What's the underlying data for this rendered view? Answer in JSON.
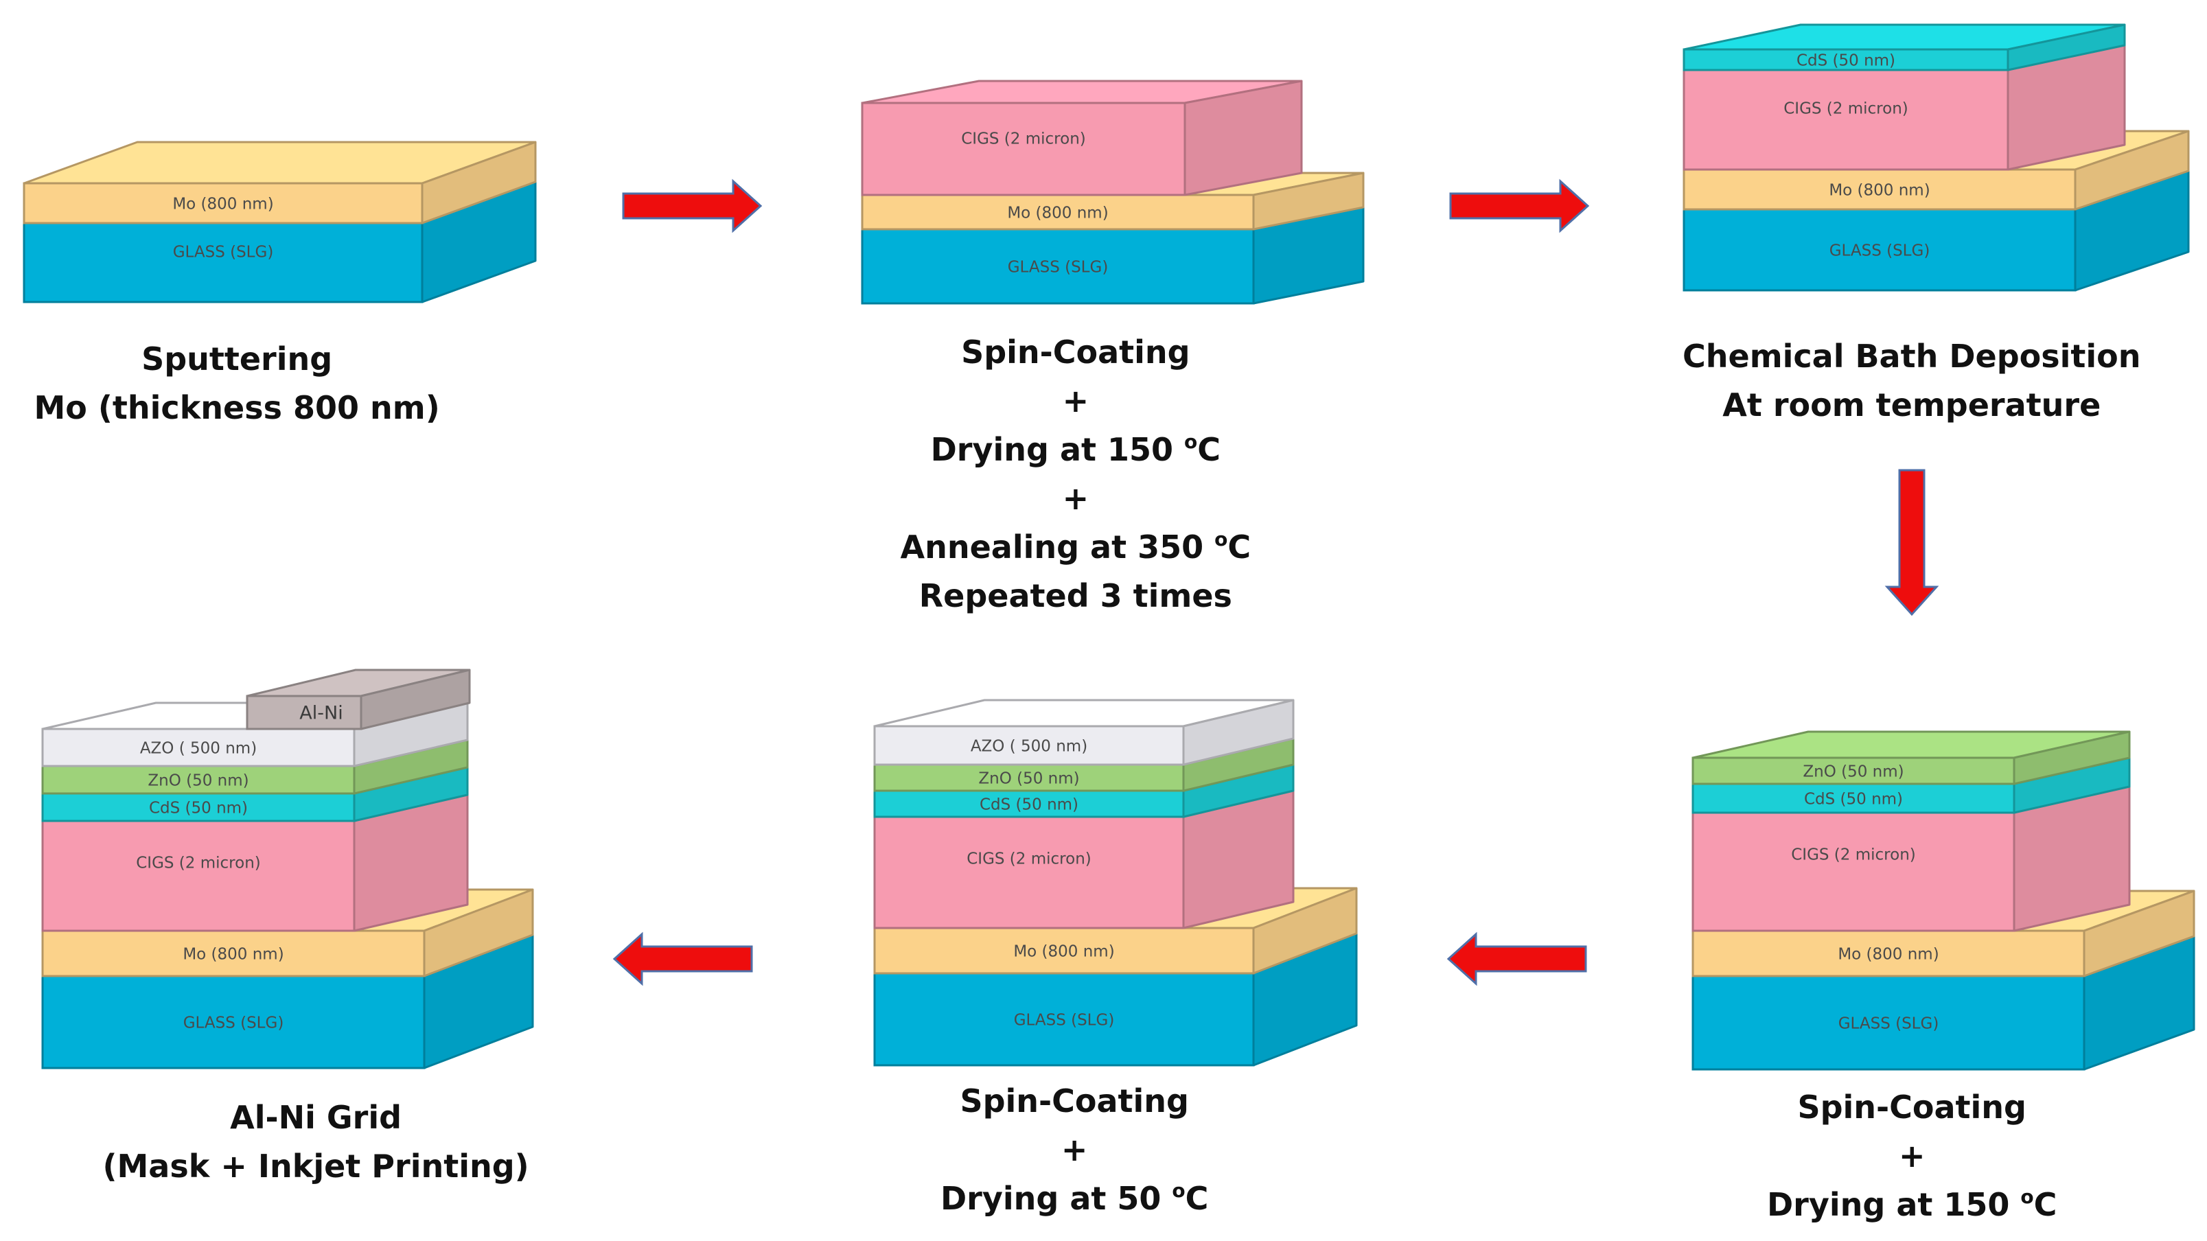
{
  "layer_labels": {
    "glass": "GLASS (SLG)",
    "mo": "Mo (800 nm)",
    "cigs": "CIGS (2 micron)",
    "cds": "CdS (50 nm)",
    "zno": "ZnO (50 nm)",
    "azo": "AZO ( 500 nm)",
    "alni": "Al-Ni"
  },
  "colors": {
    "glass": "#00b0d8",
    "mo": "#fbd28a",
    "cigs": "#f79bb0",
    "cds": "#1ccfd6",
    "zno": "#9ed27a",
    "azo": "#ececf1",
    "alni": "#c0b4b4",
    "arrow": "#ee0d0d"
  },
  "steps": [
    {
      "name": "step-sputtering",
      "layers": [
        "glass",
        "mo"
      ],
      "caption": [
        {
          "text": "Sputtering"
        },
        {
          "text": "Mo (thickness 800 nm)"
        }
      ]
    },
    {
      "name": "step-cigs-spin-coating",
      "layers": [
        "glass",
        "mo",
        "cigs"
      ],
      "caption": [
        {
          "text": "Spin-Coating"
        },
        {
          "text": "+"
        },
        {
          "text": "Drying at 150 ",
          "sup": "o",
          "after": "C"
        },
        {
          "text": "+"
        },
        {
          "text": "Annealing at 350 ",
          "sup": "o",
          "after": "C"
        },
        {
          "text": "Repeated 3 times"
        }
      ]
    },
    {
      "name": "step-chemical-bath-deposition",
      "layers": [
        "glass",
        "mo",
        "cigs",
        "cds"
      ],
      "caption": [
        {
          "text": "Chemical Bath Deposition"
        },
        {
          "text": "At room temperature"
        }
      ]
    },
    {
      "name": "step-zno-spin-coating",
      "layers": [
        "glass",
        "mo",
        "cigs",
        "cds",
        "zno"
      ],
      "caption": [
        {
          "text": "Spin-Coating"
        },
        {
          "text": "+"
        },
        {
          "text": "Drying at 150 ",
          "sup": "o",
          "after": "C"
        }
      ]
    },
    {
      "name": "step-azo-spin-coating",
      "layers": [
        "glass",
        "mo",
        "cigs",
        "cds",
        "zno",
        "azo"
      ],
      "caption": [
        {
          "text": "Spin-Coating"
        },
        {
          "text": "+"
        },
        {
          "text": "Drying at 50 ",
          "sup": "o",
          "after": "C"
        }
      ]
    },
    {
      "name": "step-al-ni-grid",
      "layers": [
        "glass",
        "mo",
        "cigs",
        "cds",
        "zno",
        "azo",
        "alni"
      ],
      "caption": [
        {
          "text": "Al-Ni Grid"
        },
        {
          "text": "(Mask + Inkjet Printing)"
        }
      ]
    }
  ],
  "arrows": [
    {
      "name": "arrow-step1-to-step2",
      "dir": "right"
    },
    {
      "name": "arrow-step2-to-step3",
      "dir": "right"
    },
    {
      "name": "arrow-step3-to-step4",
      "dir": "down"
    },
    {
      "name": "arrow-step4-to-step5",
      "dir": "left"
    },
    {
      "name": "arrow-step5-to-step6",
      "dir": "left"
    }
  ]
}
